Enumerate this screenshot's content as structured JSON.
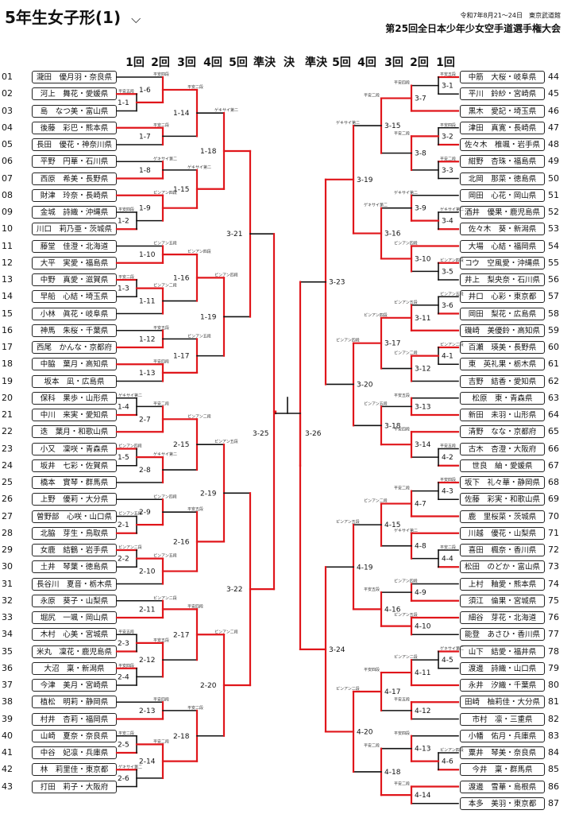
{
  "header": {
    "title": "5年生女子形(1)",
    "date_venue": "令和7年8月21～24日　東京武道館",
    "event": "第25回全日本少年少女空手道選手権大会"
  },
  "round_headers": {
    "left": [
      "1回",
      "2回",
      "3回",
      "4回",
      "5回",
      "準決",
      "決"
    ],
    "right": [
      "準決",
      "5回",
      "4回",
      "3回",
      "2回",
      "1回"
    ]
  },
  "left_players": [
    {
      "no": "01",
      "name": "瀧田　優月羽・奈良県"
    },
    {
      "no": "02",
      "name": "河上　舞花・愛媛県"
    },
    {
      "no": "03",
      "name": "島　なつ美・富山県"
    },
    {
      "no": "04",
      "name": "後藤　彩巴・熊本県"
    },
    {
      "no": "05",
      "name": "長田　優花・神奈川県"
    },
    {
      "no": "06",
      "name": "平野　円華・石川県"
    },
    {
      "no": "07",
      "name": "西原　希美・長野県"
    },
    {
      "no": "08",
      "name": "財津　玲奈・長崎県"
    },
    {
      "no": "09",
      "name": "金城　詩織・沖縄県"
    },
    {
      "no": "10",
      "name": "川口　莉乃亜・茨城県"
    },
    {
      "no": "11",
      "name": "藤堂　佳澄・北海道"
    },
    {
      "no": "12",
      "name": "大平　実愛・福島県"
    },
    {
      "no": "13",
      "name": "中野　真愛・滋賀県"
    },
    {
      "no": "14",
      "name": "早船　心結・埼玉県"
    },
    {
      "no": "15",
      "name": "小林　眞花・岐阜県"
    },
    {
      "no": "16",
      "name": "神馬　朱桜・千葉県"
    },
    {
      "no": "17",
      "name": "西尾　かんな・京都府"
    },
    {
      "no": "18",
      "name": "中脇　葉月・高知県"
    },
    {
      "no": "19",
      "name": "坂本　凪・広島県"
    },
    {
      "no": "20",
      "name": "保科　果歩・山形県"
    },
    {
      "no": "21",
      "name": "中川　来実・愛知県"
    },
    {
      "no": "22",
      "name": "迭　葉月・和歌山県"
    },
    {
      "no": "23",
      "name": "小又　凜咲・青森県"
    },
    {
      "no": "24",
      "name": "坂井　七彩・佐賀県"
    },
    {
      "no": "25",
      "name": "橋本　實琴・群馬県"
    },
    {
      "no": "26",
      "name": "上野　優莉・大分県"
    },
    {
      "no": "27",
      "name": "曽野部　心咲・山口県"
    },
    {
      "no": "28",
      "name": "北脇　芽生・鳥取県"
    },
    {
      "no": "29",
      "name": "女鹿　結鶴・岩手県"
    },
    {
      "no": "30",
      "name": "土井　琴葉・徳島県"
    },
    {
      "no": "31",
      "name": "長谷川　夏音・栃木県"
    },
    {
      "no": "32",
      "name": "永原　葵子・山梨県"
    },
    {
      "no": "33",
      "name": "堀尻　一颯・岡山県"
    },
    {
      "no": "34",
      "name": "木村　心美・宮城県"
    },
    {
      "no": "35",
      "name": "米丸　凜花・鹿児島県"
    },
    {
      "no": "36",
      "name": "大沼　稟・新潟県"
    },
    {
      "no": "37",
      "name": "今津　美月・宮崎県"
    },
    {
      "no": "38",
      "name": "植松　明莉・静岡県"
    },
    {
      "no": "39",
      "name": "村井　杏莉・福岡県"
    },
    {
      "no": "40",
      "name": "山崎　夏奈・奈良県"
    },
    {
      "no": "41",
      "name": "中谷　妃凛・兵庫県"
    },
    {
      "no": "42",
      "name": "林　莉里佳・東京都"
    },
    {
      "no": "43",
      "name": "打田　莉子・大阪府"
    }
  ],
  "right_players": [
    {
      "no": "44",
      "name": "中筋　大桜・岐阜県"
    },
    {
      "no": "45",
      "name": "平川　鈴紗・宮崎県"
    },
    {
      "no": "46",
      "name": "黒木　愛記・埼玉県"
    },
    {
      "no": "47",
      "name": "津田　真寛・長崎県"
    },
    {
      "no": "48",
      "name": "佐々木　椎颯・岩手県"
    },
    {
      "no": "49",
      "name": "紺野　杏珠・福島県"
    },
    {
      "no": "50",
      "name": "北岡　那菜・徳島県"
    },
    {
      "no": "51",
      "name": "岡田　心花・岡山県"
    },
    {
      "no": "52",
      "name": "酒井　優果・鹿児島県"
    },
    {
      "no": "53",
      "name": "佐々木　葵・新潟県"
    },
    {
      "no": "54",
      "name": "大場　心結・福岡県"
    },
    {
      "no": "55",
      "name": "コウ　空風愛・沖縄県"
    },
    {
      "no": "56",
      "name": "井上　梨央奈・石川県"
    },
    {
      "no": "57",
      "name": "井口　心彩・東京都"
    },
    {
      "no": "58",
      "name": "岡田　梨花・広島県"
    },
    {
      "no": "59",
      "name": "磯崎　美優鈴・高知県"
    },
    {
      "no": "60",
      "name": "百瀬　瑛美・長野県"
    },
    {
      "no": "61",
      "name": "東　英礼果・栃木県"
    },
    {
      "no": "62",
      "name": "吉野　結香・愛知県"
    },
    {
      "no": "63",
      "name": "松原　東・青森県"
    },
    {
      "no": "64",
      "name": "新田　未羽・山形県"
    },
    {
      "no": "65",
      "name": "清野　なな・京都府"
    },
    {
      "no": "66",
      "name": "古木　杏澄・大阪府"
    },
    {
      "no": "67",
      "name": "世良　紬・愛媛県"
    },
    {
      "no": "68",
      "name": "坂下　礼々華・静岡県"
    },
    {
      "no": "69",
      "name": "佐藤　彩実・和歌山県"
    },
    {
      "no": "70",
      "name": "鹿　里桜菜・茨城県"
    },
    {
      "no": "71",
      "name": "川越　優花・山梨県"
    },
    {
      "no": "72",
      "name": "喜田　楓奈・香川県"
    },
    {
      "no": "73",
      "name": "松田　のどか・富山県"
    },
    {
      "no": "74",
      "name": "上村　釉愛・熊本県"
    },
    {
      "no": "75",
      "name": "須江　倫果・宮城県"
    },
    {
      "no": "76",
      "name": "細谷　芽花・北海道"
    },
    {
      "no": "77",
      "name": "能登　あさひ・香川県"
    },
    {
      "no": "78",
      "name": "山下　結愛・福井県"
    },
    {
      "no": "79",
      "name": "渡邊　詩織・山口県"
    },
    {
      "no": "80",
      "name": "永井　汐織・千葉県"
    },
    {
      "no": "81",
      "name": "田崎　柚莉佳・大分県"
    },
    {
      "no": "82",
      "name": "市村　凛・三重県"
    },
    {
      "no": "83",
      "name": "小幡　佑月・兵庫県"
    },
    {
      "no": "84",
      "name": "粟井　琴美・奈良県"
    },
    {
      "no": "85",
      "name": "今井　稟・群馬県"
    },
    {
      "no": "86",
      "name": "渡邊　雪華・島根県"
    },
    {
      "no": "87",
      "name": "本多　美羽・東京都"
    }
  ],
  "match_labels": {
    "left_r1": [
      "1-1",
      "1-2",
      "1-3",
      "1-4",
      "1-5",
      "2-1",
      "2-2",
      "2-3",
      "2-4",
      "2-5",
      "2-6"
    ],
    "left_r2": [
      "1-6",
      "1-7",
      "1-8",
      "1-9",
      "1-10",
      "1-11",
      "1-12",
      "1-13",
      "2-7",
      "2-8",
      "2-9",
      "2-10",
      "2-11",
      "2-12",
      "2-13",
      "2-14"
    ],
    "left_r3": [
      "1-14",
      "1-15",
      "1-16",
      "1-17",
      "2-15",
      "2-16",
      "2-17",
      "2-18"
    ],
    "left_r4": [
      "1-18",
      "1-19",
      "2-19",
      "2-20"
    ],
    "left_r5": [
      "3-21",
      "3-22"
    ],
    "left_sf": "3-25",
    "right_r1": [
      "3-1",
      "3-2",
      "3-3",
      "3-4",
      "3-5",
      "3-6",
      "4-1",
      "4-2",
      "4-3",
      "4-4",
      "4-5",
      "4-6"
    ],
    "right_r2": [
      "3-7",
      "3-8",
      "3-9",
      "3-10",
      "3-11",
      "3-12",
      "3-13",
      "3-14",
      "4-7",
      "4-8",
      "4-9",
      "4-10",
      "4-11",
      "4-12",
      "4-13",
      "4-14"
    ],
    "right_r3": [
      "3-15",
      "3-16",
      "3-17",
      "3-18",
      "4-15",
      "4-16",
      "4-17",
      "4-18"
    ],
    "right_r4": [
      "3-19",
      "3-20",
      "4-19",
      "4-20"
    ],
    "right_r5": [
      "3-23",
      "3-24"
    ],
    "right_sf": "3-26"
  },
  "technique_terms": [
    "平安五段",
    "平安四段",
    "平安二段",
    "ゲキサイ第二",
    "ピンアン四段",
    "ピンアン五段",
    "ピンアン二段"
  ],
  "colors": {
    "winner_line": "#e0161b",
    "line": "#111111"
  }
}
